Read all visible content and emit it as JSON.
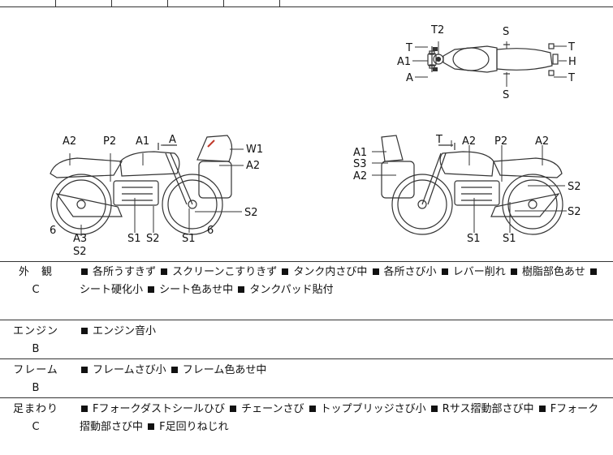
{
  "diagram": {
    "top_view_labels": [
      "T2",
      "T",
      "A1",
      "A",
      "S",
      "T",
      "H",
      "T",
      "S"
    ],
    "left_view_labels": [
      "A2",
      "P2",
      "A1",
      "A",
      "W1",
      "A2",
      "S2",
      "6",
      "A3",
      "S2",
      "S1",
      "S2",
      "S1",
      "6"
    ],
    "right_view_labels": [
      "T",
      "A2",
      "P2",
      "A2",
      "A1",
      "S3",
      "A2",
      "S2",
      "S2",
      "S1",
      "S1"
    ]
  },
  "sections": [
    {
      "name": "外　観",
      "grade": "C",
      "items": [
        "各所うすきず",
        "スクリーンこすりきず",
        "タンク内さび中",
        "各所さび小",
        "レバー削れ",
        "樹脂部色あせ",
        "シート硬化小",
        "シート色あせ中",
        "タンクパッド貼付"
      ]
    },
    {
      "name": "エンジン",
      "grade": "B",
      "items": [
        "エンジン音小"
      ]
    },
    {
      "name": "フレーム",
      "grade": "B",
      "items": [
        "フレームさび小",
        "フレーム色あせ中"
      ]
    },
    {
      "name": "足まわり",
      "grade": "C",
      "items": [
        "Fフォークダストシールひび",
        "チェーンさび",
        "トップブリッジさび小",
        "Rサス摺動部さび中",
        "Fフォーク摺動部さび中",
        "F足回りねじれ"
      ]
    }
  ]
}
